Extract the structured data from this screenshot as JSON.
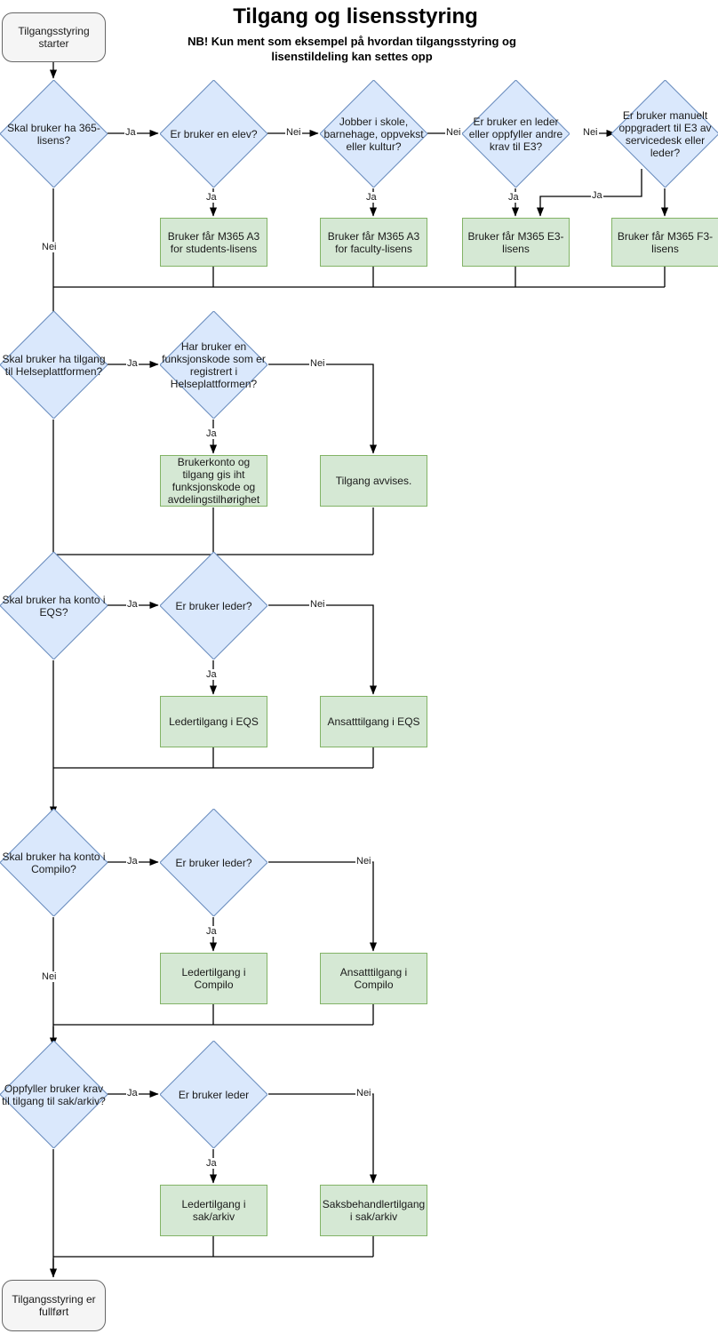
{
  "header": {
    "title": "Tilgang og lisensstyring",
    "subtitle": "NB! Kun ment som eksempel på hvordan tilgangsstyring og lisenstildeling kan settes opp"
  },
  "colors": {
    "decision_fill": "#dae8fc",
    "decision_stroke": "#6c8ebf",
    "process_fill": "#d5e8d4",
    "process_stroke": "#82b366",
    "terminal_fill": "#f5f5f5",
    "terminal_stroke": "#666666",
    "edge_stroke": "#000000",
    "text": "#1a1a1a"
  },
  "nodes": {
    "start": "Tilgangsstyring starter",
    "end": "Tilgangsstyring er fullført",
    "d_365": "Skal bruker ha 365-lisens?",
    "d_elev": "Er bruker en elev?",
    "d_skole": "Jobber i skole, barnehage, oppvekst eller kultur?",
    "d_leder_e3": "Er bruker en leder eller oppfyller andre krav til E3?",
    "d_manuelt_e3": "Er bruker manuelt oppgradert til E3 av servicedesk eller leder?",
    "p_a3_students": "Bruker får M365 A3 for students-lisens",
    "p_a3_faculty": "Bruker får M365 A3 for faculty-lisens",
    "p_e3": "Bruker får M365 E3-lisens",
    "p_f3": "Bruker får M365 F3-lisens",
    "d_helse": "Skal bruker ha tilgang til Helseplattformen?",
    "d_funksjonskode": "Har bruker en funksjonskode som er registrert i Helseplattformen?",
    "p_brukerkonto": "Brukerkonto og tilgang gis iht funksjonskode og avdelingstilhørighet",
    "p_avvist": "Tilgang avvises.",
    "d_eqs": "Skal bruker ha konto i EQS?",
    "d_eqs_leder": "Er bruker leder?",
    "p_eqs_leder": "Ledertilgang i EQS",
    "p_eqs_ansatt": "Ansatttilgang i EQS",
    "d_compilo": "Skal bruker ha konto i Compilo?",
    "d_compilo_leder": "Er bruker leder?",
    "p_compilo_leder": "Ledertilgang i Compilo",
    "p_compilo_ansatt": "Ansatttilgang i Compilo",
    "d_sak": "Oppfyller bruker krav til tilgang til sak/arkiv?",
    "d_sak_leder": "Er bruker leder",
    "p_sak_leder": "Ledertilgang i sak/arkiv",
    "p_sak_ansatt": "Saksbehandlertilgang i sak/arkiv"
  },
  "edge_labels": {
    "ja_365_elev": "Ja",
    "nei_365_down": "Nei",
    "nei_elev_skole": "Nei",
    "ja_elev_down": "Ja",
    "nei_skole_lederE3": "Nei",
    "ja_skole_down": "Ja",
    "nei_lederE3_manuelt": "Nei",
    "ja_lederE3_down": "Ja",
    "ja_manuelt_left": "Ja",
    "ja_helse_funk": "Ja",
    "nei_funk_right": "Nei",
    "ja_funk_down": "Ja",
    "ja_eqs_leder": "Ja",
    "nei_eqsleder_right": "Nei",
    "ja_eqsleder_down": "Ja",
    "ja_compilo_leder": "Ja",
    "nei_compiloleder_right": "Nei",
    "ja_compiloleder_down": "Ja",
    "nei_compilo_down": "Nei",
    "ja_sak_leder": "Ja",
    "nei_sakleder_right": "Nei",
    "ja_sakleder_down": "Ja"
  }
}
